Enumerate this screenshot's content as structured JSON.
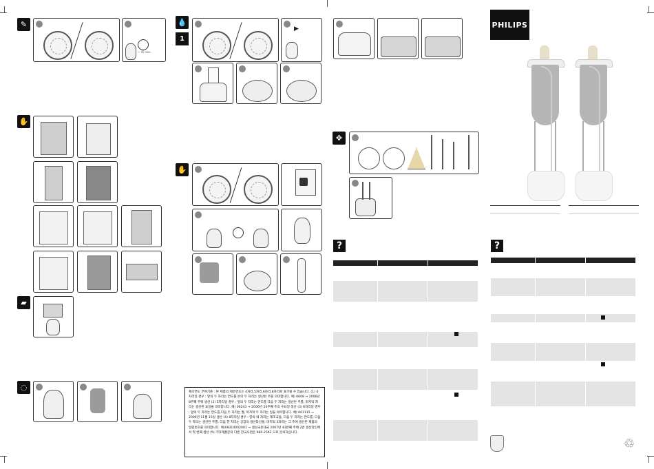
{
  "brand": {
    "logo_text": "PHILIPS"
  },
  "panels": {
    "timer_label": "~ 45 sec.",
    "date_box_label": "1"
  },
  "question_mark": "?",
  "notice": {
    "text": "제조연도 부여기준 : 본 제품의 제조연도는 4자리,5자리,6자리,8자리로 표기될 수 있습니다. (1) 4자리일 경우 : 앞의 두 자리는 연도를,뒤의 두 자리는 생산된 주를 의미합니다. 예) 0608 → 2006년 8주째 주에 생산 (2) 5자리일 경우 : 앞의 두 자리는 연도를 다음 두 자리는 생산된 주를, 마지막 자리는 생산된 요일을 의미합니다. 예) 06243 → 2006년 24주째 주의 수요일 생산 (3) 6자리일 경우 : 앞의 두 자리는 연도를,다음 두 자리는 월, 마지막 두 자리는 일을 의미합니다. 예) 061115 → 2006년 11월 15일 생산 (4) 8자리일 경우 : 앞의 네 자리는 제조국을, 다음 두 자리는 연도를, 다음 두 자리는 생산된 주를, 다음 한 자리는 공장의 생산라인을, 마지막 3자리는 그 주에 생산된 제품의 일련번호를 의미합니다. 예)08314002001 → 생산국은대국 2007년 43번째 주에 2번 생산라인에서 첫 번째 생산 (5) 기타제품문의 다른 한국사천은 980-2563 으로 문의하십니다."
  },
  "colors": {
    "accent": "#111111",
    "steamer_tank": "#9b9b9b",
    "table_shade": "#e3e3e3"
  }
}
